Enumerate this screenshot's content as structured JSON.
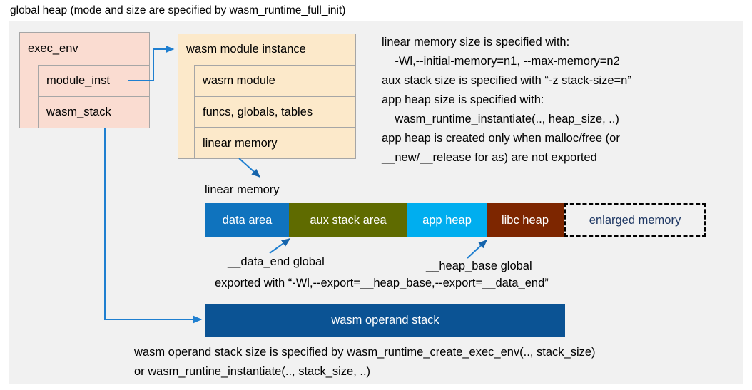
{
  "title": "global heap (mode and size are specified by wasm_runtime_full_init)",
  "colors": {
    "panel_bg": "#f1f1f1",
    "exec_env_fill": "#fadcd1",
    "module_instance_fill": "#fce9ca",
    "box_border": "#a6a6a6",
    "connector": "#1f7fd0",
    "data_area": "#0F73BE",
    "aux_stack_area": "#5F6B00",
    "app_heap": "#00AEEF",
    "libc_heap": "#7D2600",
    "enlarged_memory_text": "#1F3864",
    "operand_stack": "#0B5394"
  },
  "exec_env": {
    "title": "exec_env",
    "rows": [
      {
        "label": "module_inst"
      },
      {
        "label": "wasm_stack"
      }
    ]
  },
  "module_instance": {
    "title": "wasm module instance",
    "rows": [
      {
        "label": "wasm module"
      },
      {
        "label": "funcs, globals, tables"
      },
      {
        "label": "linear memory"
      }
    ]
  },
  "info_block": "linear memory size is specified with:\n    -Wl,--initial-memory=n1, --max-memory=n2\naux stack size is specified with “-z stack-size=n”\napp heap size is specified with:\n    wasm_runtime_instantiate(.., heap_size, ..)\napp heap is created only when malloc/free (or\n__new/__release for as) are not exported",
  "linear_memory": {
    "caption": "linear memory",
    "segments": [
      {
        "label": "data area",
        "color": "#0F73BE"
      },
      {
        "label": "aux stack area",
        "color": "#5F6B00"
      },
      {
        "label": "app heap",
        "color": "#00AEEF"
      },
      {
        "label": "libc heap",
        "color": "#7D2600"
      },
      {
        "label": "enlarged memory",
        "color": "#f1f1f1"
      }
    ]
  },
  "annotations": {
    "data_end": "__data_end global",
    "heap_base": "__heap_base global",
    "exported_with": "exported with “-Wl,--export=__heap_base,--export=__data_end”"
  },
  "operand_stack": {
    "label": "wasm operand stack",
    "note": "wasm operand stack size is specified by wasm_runtime_create_exec_env(.., stack_size)\nor wasm_runtine_instantiate(.., stack_size, ..)"
  }
}
